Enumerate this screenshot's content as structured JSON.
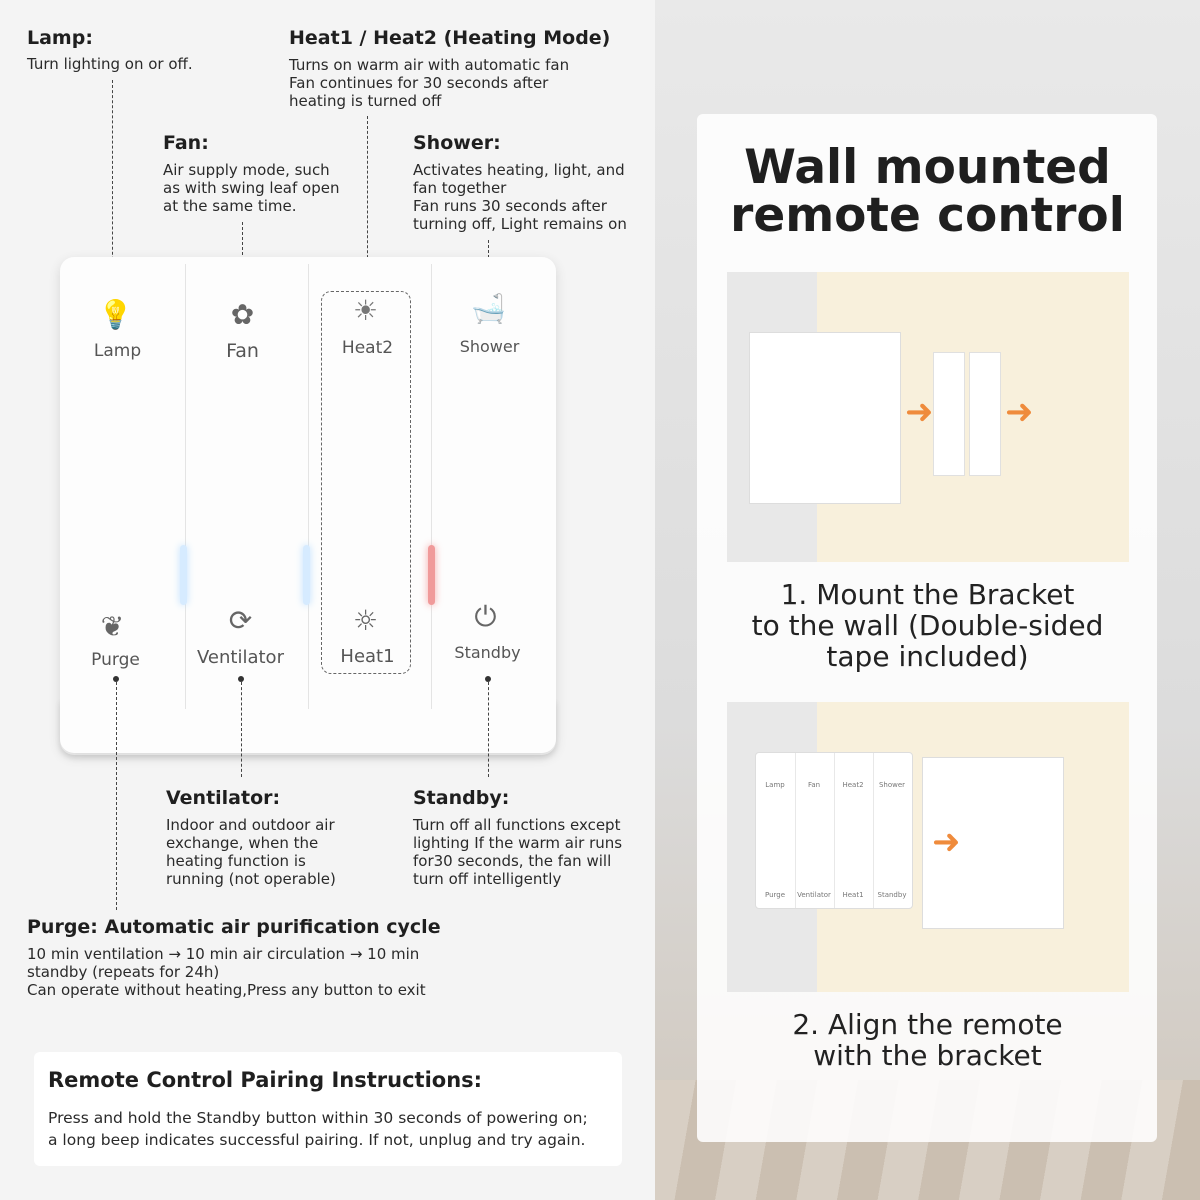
{
  "labels": {
    "lamp": {
      "title": "Lamp:",
      "body": "Turn lighting on or off."
    },
    "heat": {
      "title": "Heat1 / Heat2 (Heating Mode)",
      "body": "Turns on warm air with automatic fan\nFan continues for 30 seconds after\nheating is turned off"
    },
    "fan": {
      "title": "Fan:",
      "body": "Air supply mode, such\nas with swing leaf open\nat the same time."
    },
    "shower": {
      "title": "Shower:",
      "body": "Activates heating, light, and\nfan together\nFan runs 30 seconds after\nturning off, Light remains on"
    },
    "ventilator": {
      "title": "Ventilator:",
      "body": "Indoor and outdoor air\nexchange, when the\nheating function is\nrunning (not operable)"
    },
    "standby": {
      "title": "Standby:",
      "body": "Turn off all functions except\nlighting If the warm air runs\nfor30 seconds, the fan will\nturn off intelligently"
    },
    "purge": {
      "title": "Purge: Automatic air purification cycle",
      "body": "10 min ventilation → 10 min air circulation → 10 min\nstandby (repeats for 24h)\nCan operate without heating,Press any button to exit"
    }
  },
  "remote": {
    "buttons_top": [
      "Lamp",
      "Fan",
      "Heat2",
      "Shower"
    ],
    "buttons_bottom": [
      "Purge",
      "Ventilator",
      "Heat1",
      "Standby"
    ],
    "led_colors": [
      "#cfe6ff",
      "#cfe6ff",
      "#f09a9a"
    ]
  },
  "pairing": {
    "title": "Remote Control Pairing Instructions:",
    "body": "Press and hold the Standby button within 30 seconds of powering on;\na long beep indicates successful pairing. If not, unplug and try again."
  },
  "panel": {
    "title": "Wall mounted\nremote control",
    "step1": "1. Mount the Bracket\nto the wall (Double-sided\ntape included)",
    "step2": "2. Align the remote\nwith the bracket",
    "mini_top": [
      "Lamp",
      "Fan",
      "Heat2",
      "Shower"
    ],
    "mini_bottom": [
      "Purge",
      "Ventilator",
      "Heat1",
      "Standby"
    ],
    "accent": "#ef8b3c"
  }
}
